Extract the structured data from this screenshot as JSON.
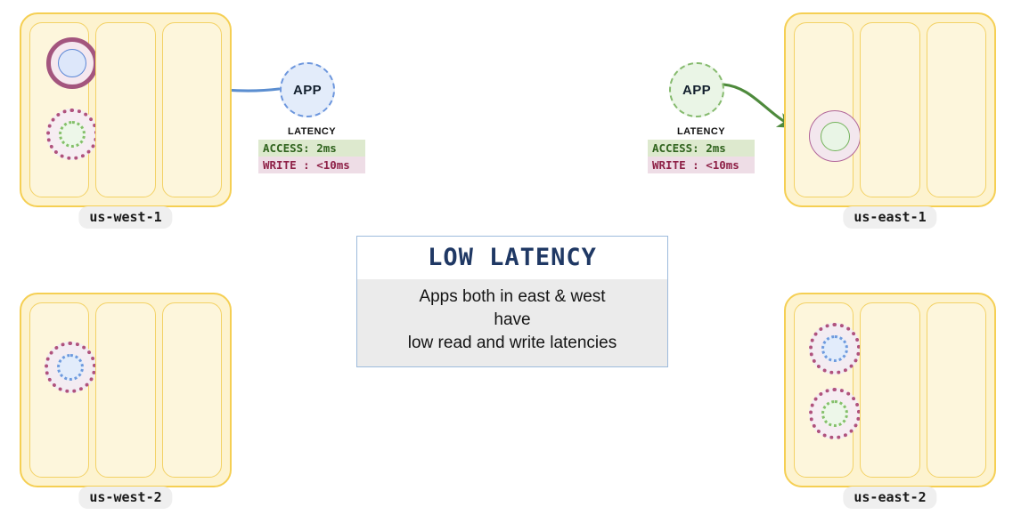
{
  "regions": [
    {
      "id": "us-west-1",
      "label": "us-west-1",
      "slot_count": 3,
      "nodes": [
        {
          "name": "primary-replica-node",
          "style": "solid-thick",
          "inner": "blue"
        },
        {
          "name": "secondary-replica-node",
          "style": "dotted-green",
          "inner": "green"
        }
      ]
    },
    {
      "id": "us-east-1",
      "label": "us-east-1",
      "slot_count": 3,
      "nodes": [
        {
          "name": "primary-replica-node",
          "style": "solid-thin",
          "inner": "green"
        }
      ]
    },
    {
      "id": "us-west-2",
      "label": "us-west-2",
      "slot_count": 3,
      "nodes": [
        {
          "name": "secondary-replica-node",
          "style": "dotted-blue",
          "inner": "blue"
        }
      ]
    },
    {
      "id": "us-east-2",
      "label": "us-east-2",
      "slot_count": 3,
      "nodes": [
        {
          "name": "secondary-replica-node",
          "style": "dotted-blue",
          "inner": "blue"
        },
        {
          "name": "secondary-replica-node",
          "style": "dotted-green",
          "inner": "green"
        }
      ]
    }
  ],
  "apps": [
    {
      "id": "app-west",
      "label": "APP",
      "color": "#6c96dd",
      "latency": {
        "title": "LATENCY",
        "access": "ACCESS: 2ms",
        "write": "WRITE : <10ms"
      }
    },
    {
      "id": "app-east",
      "label": "APP",
      "color": "#85ba6d",
      "latency": {
        "title": "LATENCY",
        "access": "ACCESS: 2ms",
        "write": "WRITE : <10ms"
      }
    }
  ],
  "panel": {
    "title": "LOW LATENCY",
    "line1": "Apps both in east & west",
    "line2": "have",
    "line3": "low read and write latencies",
    "title_color": "#1f3864",
    "border_color": "#9dbbdc",
    "body_bg": "#ebebeb"
  },
  "arrows": [
    {
      "name": "app-west-to-node-arrow",
      "color": "#5b8ed0"
    },
    {
      "name": "app-east-to-node-arrow",
      "color": "#4e8a3c"
    }
  ]
}
